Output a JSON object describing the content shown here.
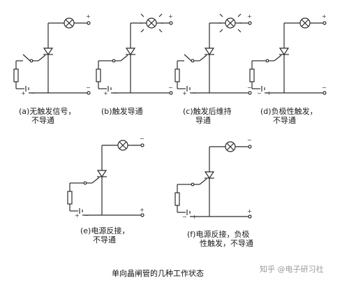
{
  "title": "单向晶闸管的几种工作状态",
  "watermark": "知乎 @电子研习社",
  "circuits": [
    {
      "caption": [
        "(a)无触发信号，",
        "不导通"
      ],
      "lamp_on": false,
      "switch_closed": false,
      "gate_battery_reversed": false,
      "main_battery_reversed": false
    },
    {
      "caption": [
        "(b)触发导通"
      ],
      "lamp_on": true,
      "switch_closed": true,
      "gate_battery_reversed": false,
      "main_battery_reversed": false
    },
    {
      "caption": [
        "(c)触发后维持",
        "导通"
      ],
      "lamp_on": true,
      "switch_closed": false,
      "gate_battery_reversed": false,
      "main_battery_reversed": false
    },
    {
      "caption": [
        "(d)负极性触发，",
        "不导通"
      ],
      "lamp_on": false,
      "switch_closed": true,
      "gate_battery_reversed": true,
      "main_battery_reversed": false
    },
    {
      "caption": [
        "(e)电源反接，",
        "不导通"
      ],
      "lamp_on": false,
      "switch_closed": true,
      "gate_battery_reversed": false,
      "main_battery_reversed": true
    },
    {
      "caption": [
        "(f)电源反接，负极",
        "性触发，不导通"
      ],
      "lamp_on": false,
      "switch_closed": true,
      "gate_battery_reversed": true,
      "main_battery_reversed": true
    }
  ],
  "signs": {
    "plus": "+",
    "minus": "−"
  },
  "colors": {
    "line": "#2b2b2b",
    "background": "#ffffff",
    "watermark": "#9a9a9a"
  }
}
